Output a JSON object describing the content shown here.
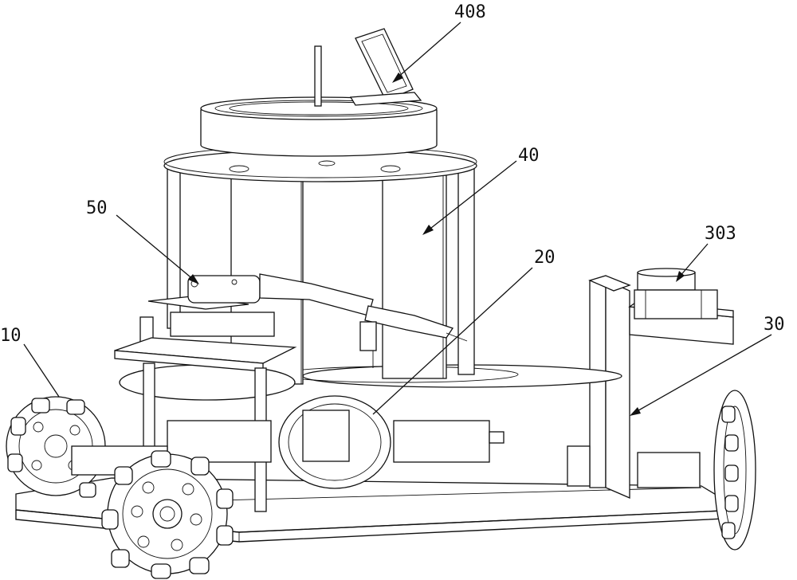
{
  "labels": {
    "l408": "408",
    "l40": "40",
    "l50": "50",
    "l303": "303",
    "l20": "20",
    "l10": "10",
    "l30": "30"
  }
}
